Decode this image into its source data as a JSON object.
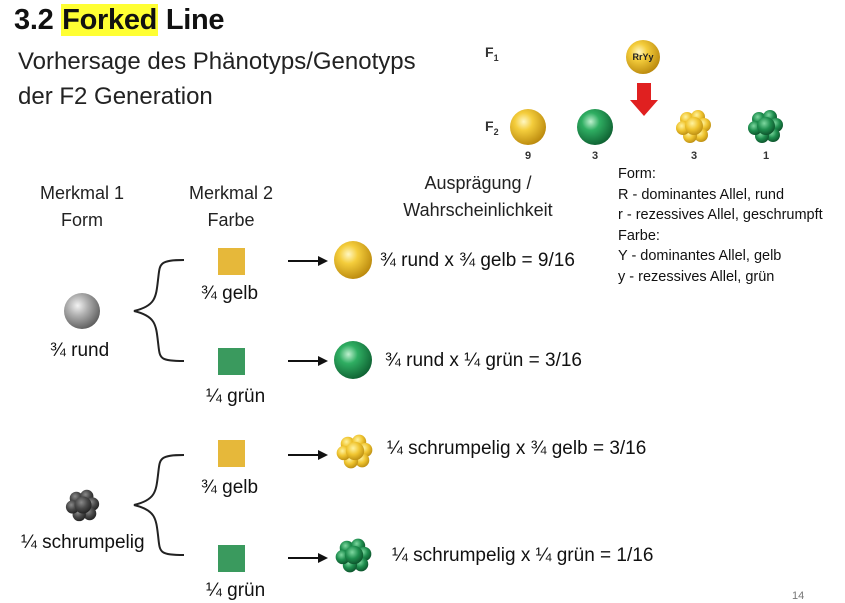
{
  "slide": {
    "title_prefix": "3.2 ",
    "title_highlight": "Forked",
    "title_suffix": " Line",
    "subtitle_line1": "Vorhersage des Phänotyps/Genotyps",
    "subtitle_line2": "der F2 Generation",
    "page_number": "14"
  },
  "headers": {
    "merkmal1_line1": "Merkmal 1",
    "merkmal1_line2": "Form",
    "merkmal2_line1": "Merkmal 2",
    "merkmal2_line2": "Farbe",
    "auspraegung_line1": "Ausprägung /",
    "auspraegung_line2": "Wahrscheinlichkeit"
  },
  "forms": {
    "round_label": "¾ rund",
    "wrinkled_label": "¼ schrumpelig"
  },
  "colors": {
    "yellow_label_1": "¾ gelb",
    "green_label_1": "¼ grün",
    "yellow_label_2": "¾ gelb",
    "green_label_2": "¼ grün",
    "yellow_hex": "#e6b83a",
    "green_hex": "#3a9a5e"
  },
  "results": [
    "¾ rund x ¾ gelb = 9/16",
    "¾ rund x ¼ grün = 3/16",
    "¼ schrumpelig x ¾ gelb = 3/16",
    "¼ schrumpelig x ¼ grün = 1/16"
  ],
  "legend": {
    "line1": "Form:",
    "line2": "R - dominantes Allel, rund",
    "line3": "r - rezessives Allel, geschrumpft",
    "line4": "Farbe:",
    "line5": "Y - dominantes Allel, gelb",
    "line6": "y - rezessives Allel, grün"
  },
  "cross_figure": {
    "f1_label": "F",
    "f1_sub": "1",
    "f2_label": "F",
    "f2_sub": "2",
    "parent_genotype": "RrYy",
    "counts": [
      "9",
      "3",
      "3",
      "1"
    ]
  }
}
